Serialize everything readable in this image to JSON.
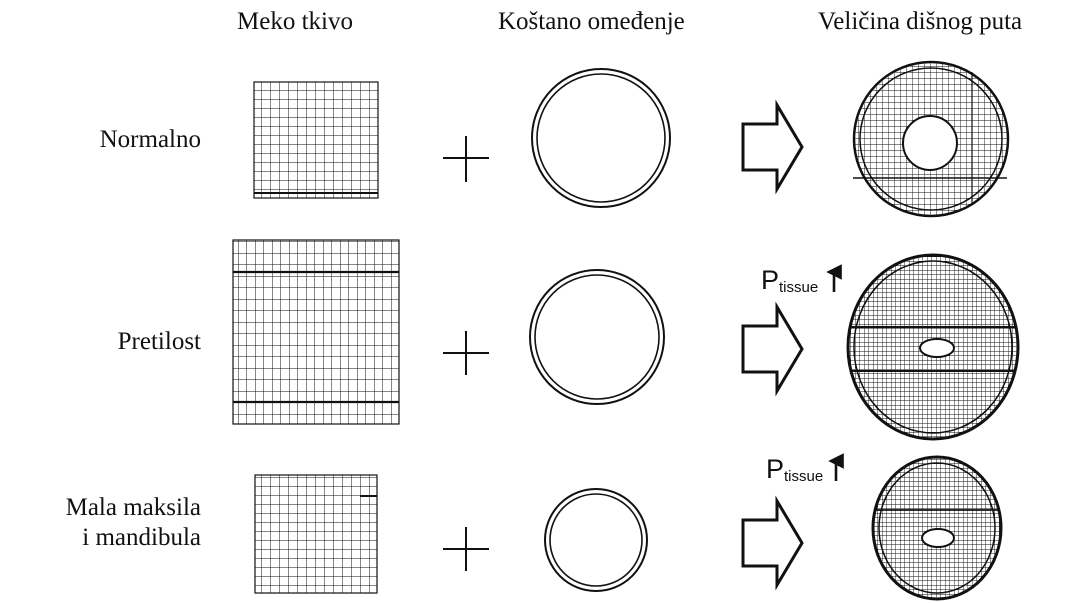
{
  "headers": {
    "soft_tissue": "Meko tkivo",
    "bony_enclosure": "Koštano omeđenje",
    "airway_size": "Veličina dišnog puta"
  },
  "rows": [
    {
      "label_lines": [
        "Normalno"
      ]
    },
    {
      "label_lines": [
        "Pretilost"
      ],
      "pressure_main": "P",
      "pressure_sub": "tissue"
    },
    {
      "label_lines": [
        "Mala maksila",
        "i mandibula"
      ],
      "pressure_main": "P",
      "pressure_sub": "tissue"
    }
  ],
  "colors": {
    "line": "#111111",
    "background": "#ffffff"
  }
}
